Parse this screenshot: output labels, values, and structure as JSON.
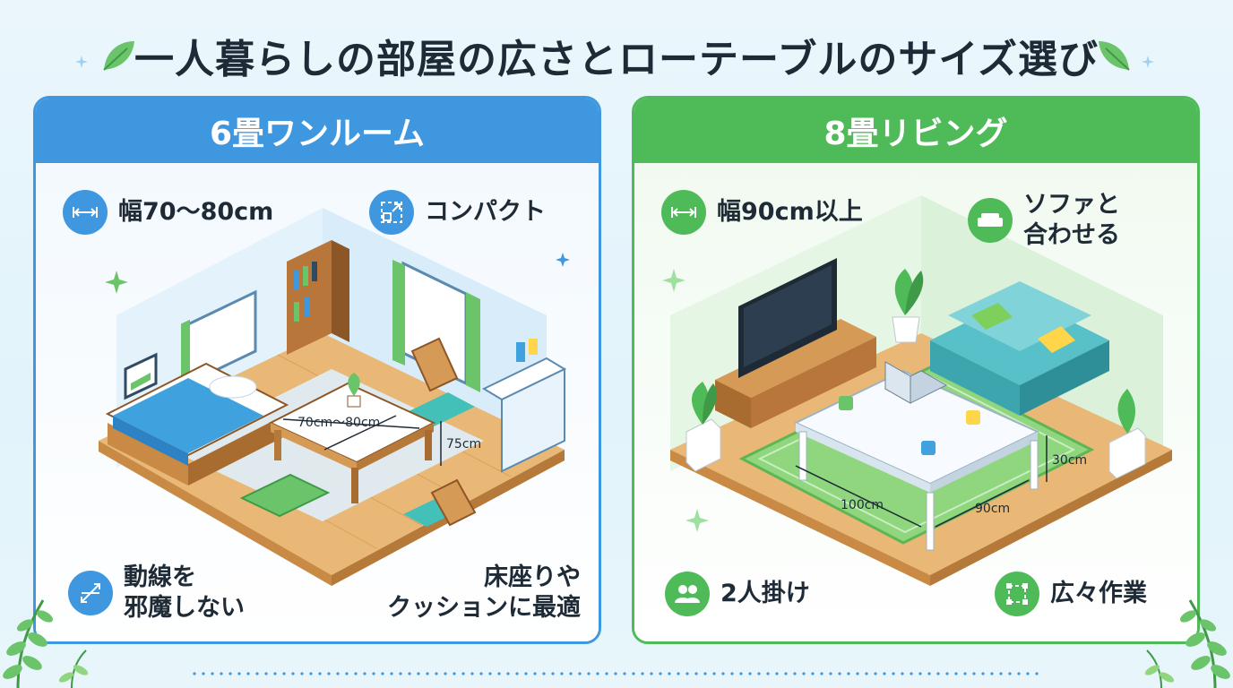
{
  "title": "一人暮らしの部屋の広さとローテーブルのサイズ選び",
  "colors": {
    "blue": "#3f97e0",
    "green": "#4fba58"
  },
  "left_panel": {
    "heading": "6畳ワンルーム",
    "features": {
      "width": {
        "icon": "width-arrows-icon",
        "label": "幅70〜80cm"
      },
      "compact": {
        "icon": "compact-resize-icon",
        "label": "コンパクト"
      },
      "flow": {
        "icon": "expand-arrows-icon",
        "line1": "動線を",
        "line2": "邪魔しない"
      },
      "floor": {
        "line1": "床座りや",
        "line2": "クッションに最適"
      }
    },
    "dimensions": {
      "width": "70cm〜80cm",
      "height": "75cm"
    }
  },
  "right_panel": {
    "heading": "8畳リビング",
    "features": {
      "width": {
        "icon": "width-arrows-icon",
        "label": "幅90cm以上"
      },
      "sofa": {
        "icon": "sofa-icon",
        "line1": "ソファと",
        "line2": "合わせる"
      },
      "two": {
        "icon": "people-icon",
        "label": "2人掛け"
      },
      "work": {
        "icon": "workspace-icon",
        "label": "広々作業"
      }
    },
    "dimensions": {
      "width": "100cm",
      "depth": "90cm",
      "height": "30cm"
    }
  }
}
